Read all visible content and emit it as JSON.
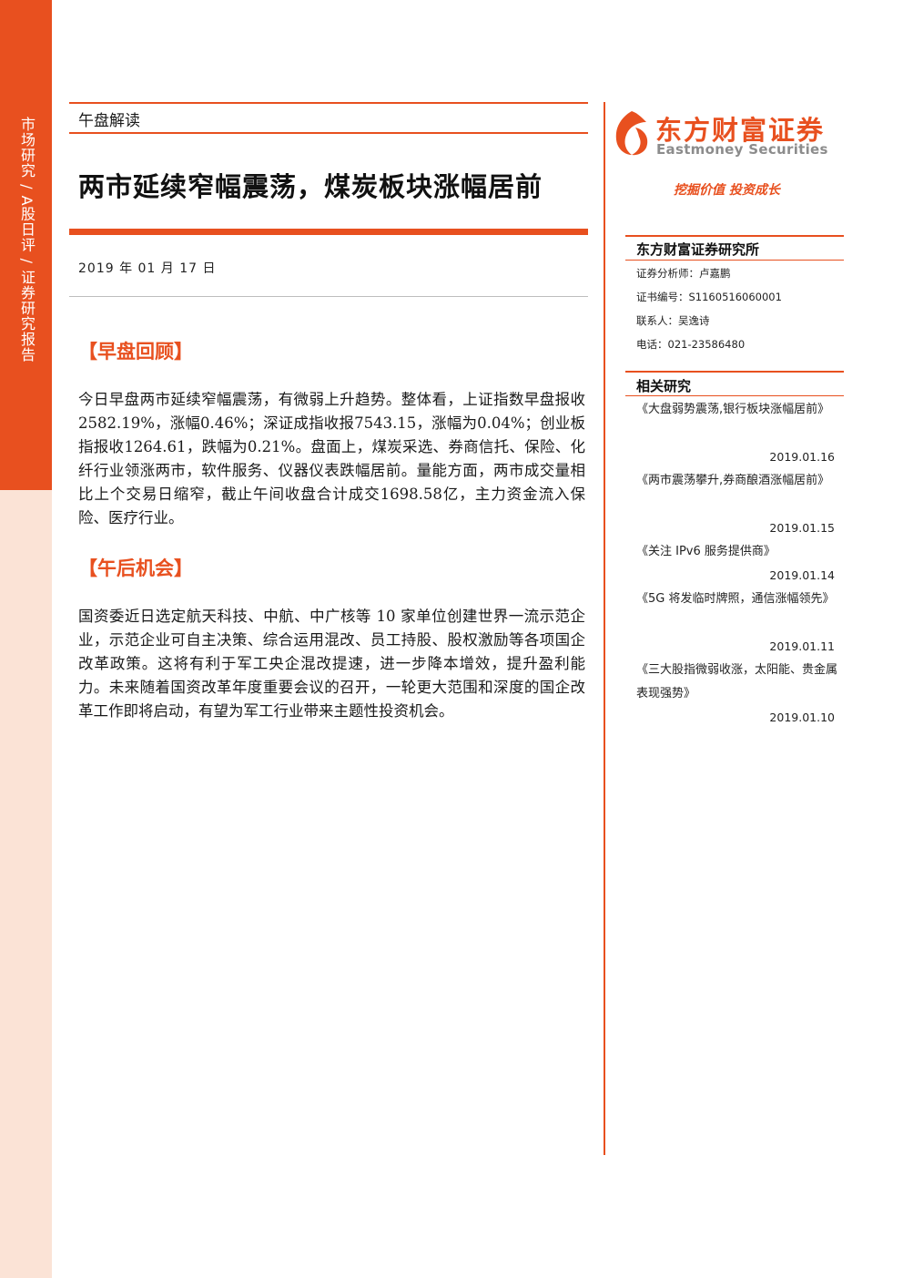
{
  "sidebar": {
    "label": "市场研究 / A股日评 / 证券研究报告"
  },
  "header": {
    "category": "午盘解读",
    "title": "两市延续窄幅震荡，煤炭板块涨幅居前",
    "date": "2019 年 01 月 17 日"
  },
  "sections": [
    {
      "heading": "【早盘回顾】",
      "body": "今日早盘两市延续窄幅震荡，有微弱上升趋势。整体看，上证指数早盘报收2582.19%，涨幅0.46%；深证成指收报7543.15，涨幅为0.04%；创业板指报收1264.61，跌幅为0.21%。盘面上，煤炭采选、券商信托、保险、化纤行业领涨两市，软件服务、仪器仪表跌幅居前。量能方面，两市成交量相比上个交易日缩窄，截止午间收盘合计成交1698.58亿，主力资金流入保险、医疗行业。"
    },
    {
      "heading": "【午后机会】",
      "body": "国资委近日选定航天科技、中航、中广核等 10 家单位创建世界一流示范企业，示范企业可自主决策、综合运用混改、员工持股、股权激励等各项国企改革政策。这将有利于军工央企混改提速，进一步降本增效，提升盈利能力。未来随着国资改革年度重要会议的召开，一轮更大范围和深度的国企改革工作即将启动，有望为军工行业带来主题性投资机会。"
    }
  ],
  "brand": {
    "name_cn": "东方财富证券",
    "name_en": "Eastmoney Securities",
    "slogan": "挖掘价值 投资成长",
    "accent_color": "#e8501f"
  },
  "contact": {
    "institution": "东方财富证券研究所",
    "analyst": "证券分析师：卢嘉鹏",
    "license": "证书编号：S1160516060001",
    "contact_person": "联系人：吴逸诗",
    "phone": "电话：021-23586480"
  },
  "related": {
    "title": "相关研究",
    "items": [
      {
        "title": "《大盘弱势震荡,银行板块涨幅居前》",
        "date": "2019.01.16"
      },
      {
        "title": "《两市震荡攀升,券商酿酒涨幅居前》",
        "date": "2019.01.15"
      },
      {
        "title": "《关注 IPv6 服务提供商》",
        "date": "2019.01.14"
      },
      {
        "title": "《5G 将发临时牌照，通信涨幅领先》",
        "date": "2019.01.11"
      },
      {
        "title": "《三大股指微弱收涨，太阳能、贵金属表现强势》",
        "date": "2019.01.10"
      }
    ]
  }
}
